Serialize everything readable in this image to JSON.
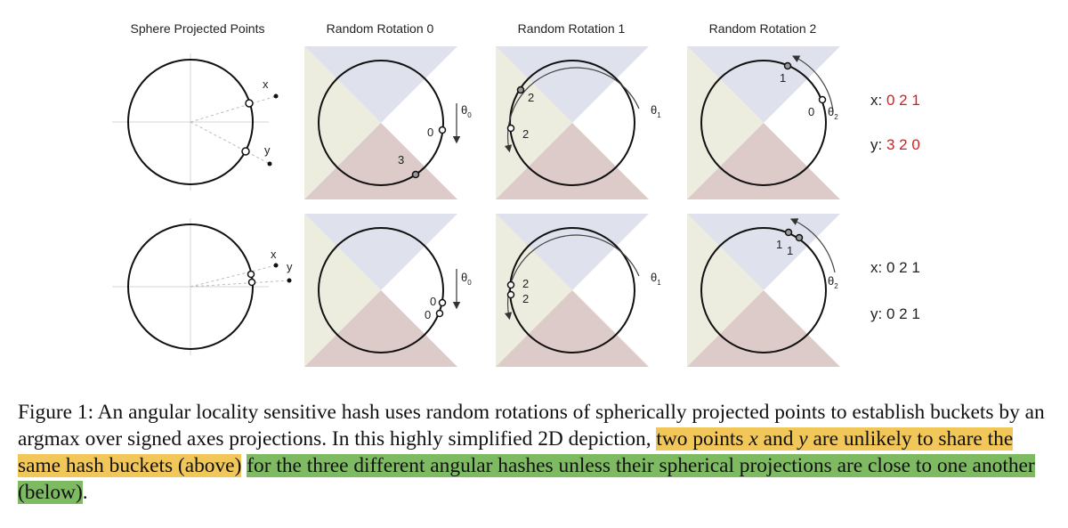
{
  "columns": [
    {
      "title": "Sphere Projected Points"
    },
    {
      "title": "Random Rotation 0"
    },
    {
      "title": "Random Rotation 1"
    },
    {
      "title": "Random Rotation 2"
    }
  ],
  "point_labels": {
    "x": "x",
    "y": "y"
  },
  "theta": {
    "symbol": "θ",
    "subs": [
      "0",
      "1",
      "2"
    ]
  },
  "rows": [
    {
      "rotation_labels": [
        [
          "0",
          "3"
        ],
        [
          "2",
          "2"
        ],
        [
          "1",
          "0"
        ]
      ],
      "hash_x": {
        "prefix": "x: ",
        "digits": [
          "0",
          "2",
          "1"
        ]
      },
      "hash_y": {
        "prefix": "y: ",
        "digits": [
          "3",
          "2",
          "0"
        ]
      },
      "digit_color": "#e0191b"
    },
    {
      "rotation_labels": [
        [
          "0",
          "0"
        ],
        [
          "2",
          "2"
        ],
        [
          "1",
          "1"
        ]
      ],
      "hash_x": {
        "prefix": "x: ",
        "digits": [
          "0",
          "2",
          "1"
        ]
      },
      "hash_y": {
        "prefix": "y: ",
        "digits": [
          "0",
          "2",
          "1"
        ]
      },
      "digit_color": "#222222"
    }
  ],
  "region_colors": {
    "top": "#dfe1ec",
    "left": "#ededdf",
    "bottom": "#dccbc9"
  },
  "caption": {
    "part1": "Figure 1: An angular locality sensitive hash uses random rotations of spherically projected points to establish buckets by an argmax over signed axes projections. In this highly simplified 2D depiction, ",
    "hl1_a": "two points ",
    "math_x": "x",
    "hl1_b": " and ",
    "math_y": "y",
    "hl1_c": " are unlikely to share the same hash buckets (above)",
    "space": " ",
    "hl2": "for the three different angular hashes unless their spherical projections are close to one another (below)",
    "end": "."
  }
}
